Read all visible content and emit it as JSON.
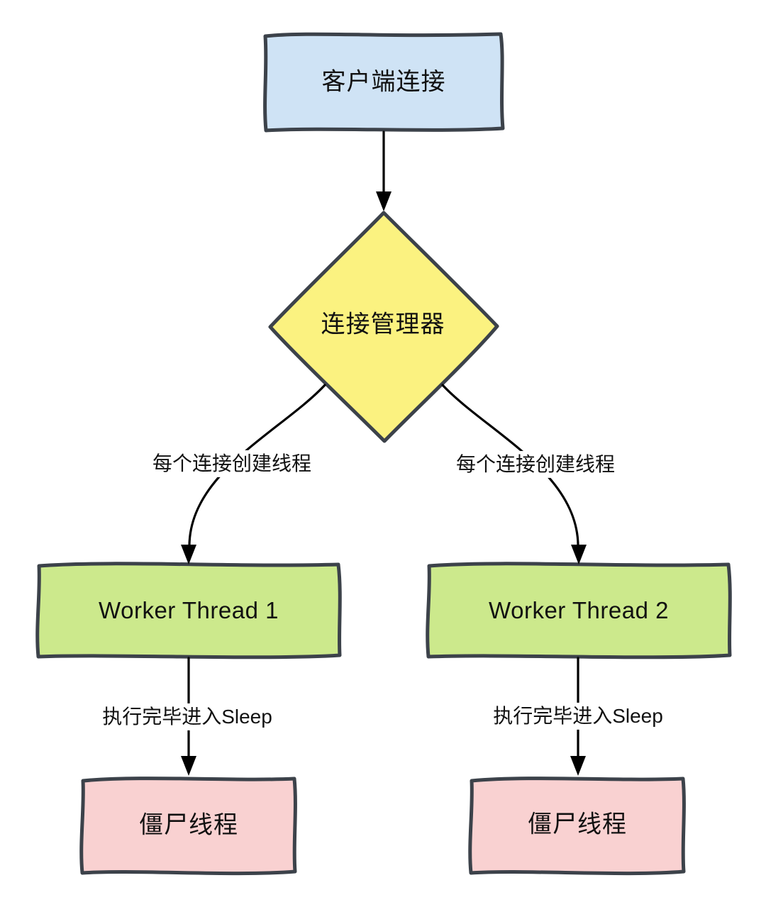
{
  "diagram": {
    "type": "flowchart",
    "background": "#ffffff",
    "nodes": {
      "client": {
        "label": "客户端连接",
        "shape": "rectangle",
        "fill": "#cfe3f5"
      },
      "manager": {
        "label": "连接管理器",
        "shape": "diamond",
        "fill": "#fbf280"
      },
      "worker1": {
        "label": "Worker Thread 1",
        "shape": "rectangle",
        "fill": "#cce98c"
      },
      "worker2": {
        "label": "Worker Thread 2",
        "shape": "rectangle",
        "fill": "#cce98c"
      },
      "zombie1": {
        "label": "僵尸线程",
        "shape": "rectangle",
        "fill": "#f9d1d1"
      },
      "zombie2": {
        "label": "僵尸线程",
        "shape": "rectangle",
        "fill": "#f9d1d1"
      }
    },
    "edges": {
      "client_to_manager": {
        "from": "client",
        "to": "manager",
        "label": ""
      },
      "manager_to_worker1": {
        "from": "manager",
        "to": "worker1",
        "label": "每个连接创建线程"
      },
      "manager_to_worker2": {
        "from": "manager",
        "to": "worker2",
        "label": "每个连接创建线程"
      },
      "worker1_to_zombie1": {
        "from": "worker1",
        "to": "zombie1",
        "label": "执行完毕进入Sleep"
      },
      "worker2_to_zombie2": {
        "from": "worker2",
        "to": "zombie2",
        "label": "执行完毕进入Sleep"
      }
    },
    "colors": {
      "node_stroke": "#3c424a",
      "arrow_color": "#000000",
      "text_color": "#111111"
    }
  }
}
